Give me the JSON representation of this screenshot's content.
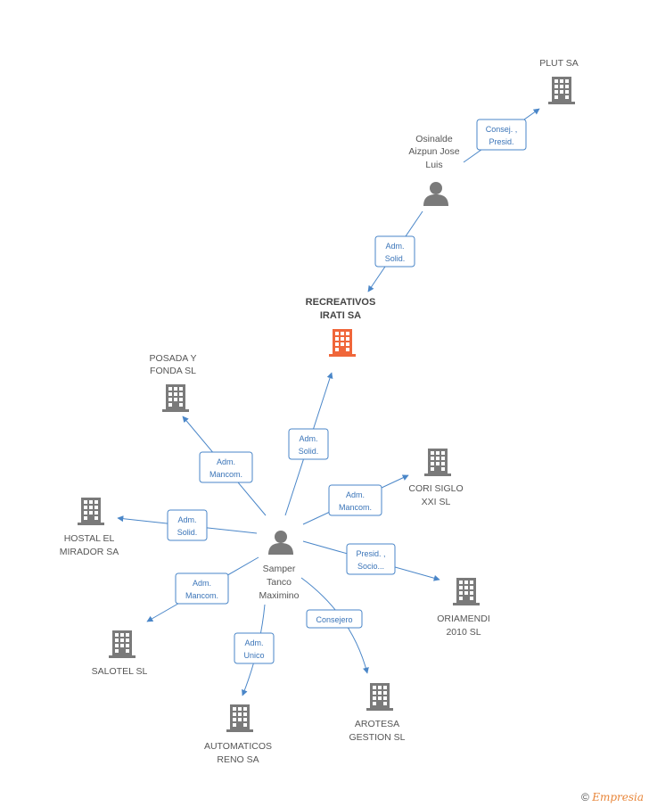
{
  "colors": {
    "building": "#7a7a7a",
    "building_main": "#f0663a",
    "person": "#7a7a7a",
    "edge": "#4a86c8"
  },
  "nodes": {
    "plut": {
      "label": [
        "PLUT SA"
      ],
      "type": "company"
    },
    "osinalde": {
      "label": [
        "Osinalde",
        "Aizpun Jose",
        "Luis"
      ],
      "type": "person"
    },
    "recreativos": {
      "label": [
        "RECREATIVOS",
        "IRATI SA"
      ],
      "type": "company-main"
    },
    "posada": {
      "label": [
        "POSADA Y",
        "FONDA SL"
      ],
      "type": "company"
    },
    "cori": {
      "label": [
        "CORI SIGLO",
        "XXI SL"
      ],
      "type": "company"
    },
    "hostal": {
      "label": [
        "HOSTAL EL",
        "MIRADOR SA"
      ],
      "type": "company"
    },
    "samper": {
      "label": [
        "Samper",
        "Tanco",
        "Maximino"
      ],
      "type": "person"
    },
    "oriamendi": {
      "label": [
        "ORIAMENDI",
        "2010 SL"
      ],
      "type": "company"
    },
    "salotel": {
      "label": [
        "SALOTEL SL"
      ],
      "type": "company"
    },
    "arotesa": {
      "label": [
        "AROTESA",
        "GESTION SL"
      ],
      "type": "company"
    },
    "automaticos": {
      "label": [
        "AUTOMATICOS",
        "RENO SA"
      ],
      "type": "company"
    }
  },
  "relations": {
    "osinalde_plut": [
      "Consej. ,",
      "Presid."
    ],
    "osinalde_recreativos": [
      "Adm.",
      "Solid."
    ],
    "samper_recreativos": [
      "Adm.",
      "Solid."
    ],
    "samper_posada": [
      "Adm.",
      "Mancom."
    ],
    "samper_cori": [
      "Adm.",
      "Mancom."
    ],
    "samper_hostal": [
      "Adm.",
      "Solid."
    ],
    "samper_oriamendi": [
      "Presid. ,",
      "Socio..."
    ],
    "samper_salotel": [
      "Adm.",
      "Mancom."
    ],
    "samper_arotesa": [
      "Consejero"
    ],
    "samper_automaticos": [
      "Adm.",
      "Unico"
    ]
  },
  "footer": {
    "copyright": "©",
    "brand": "Empresia"
  }
}
